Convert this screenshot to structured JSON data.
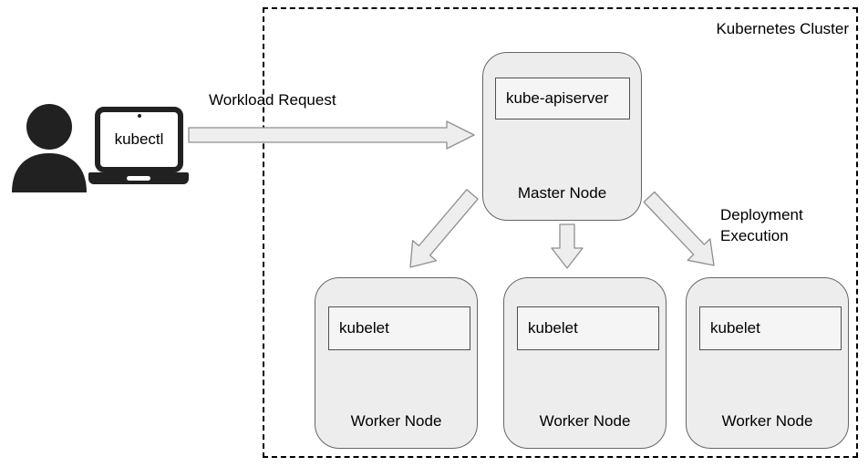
{
  "colors": {
    "node_fill": "#ededed",
    "inner_box_fill": "#f5f5f5",
    "node_border": "#666666",
    "inner_box_border": "#505050",
    "arrow_fill": "#eeeeee",
    "arrow_stroke": "#8f8f8f",
    "cluster_border": "#000000",
    "icon_color": "#212121",
    "text_color": "#000000"
  },
  "cluster": {
    "label": "Kubernetes Cluster"
  },
  "client": {
    "laptop_label": "kubectl"
  },
  "icons": {
    "user": "user-silhouette-icon",
    "laptop": "laptop-icon"
  },
  "labels": {
    "workload_request": "Workload Request",
    "deployment_execution": "Deployment Execution"
  },
  "master_node": {
    "label": "Master Node",
    "component": "kube-apiserver"
  },
  "worker_nodes": [
    {
      "label": "Worker Node",
      "component": "kubelet"
    },
    {
      "label": "Worker Node",
      "component": "kubelet"
    },
    {
      "label": "Worker Node",
      "component": "kubelet"
    }
  ]
}
